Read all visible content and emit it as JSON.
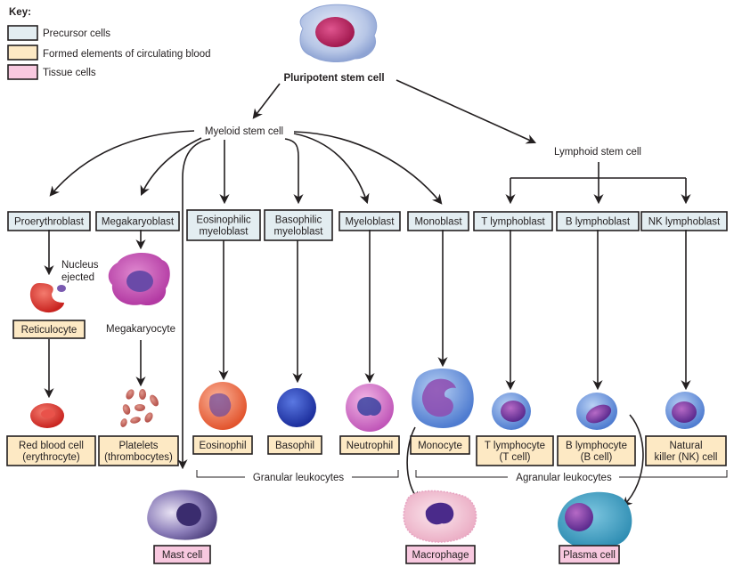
{
  "key": {
    "title": "Key:",
    "items": [
      {
        "label": "Precursor cells",
        "color": "#e3edf1"
      },
      {
        "label": "Formed elements of circulating blood",
        "color": "#fde9c4"
      },
      {
        "label": "Tissue cells",
        "color": "#f8c8df"
      }
    ]
  },
  "colors": {
    "precursor": "#e3edf1",
    "formed": "#fde9c4",
    "tissue": "#f8c8df",
    "line": "#231f20"
  },
  "stem": {
    "pluripotent": "Pluripotent stem cell",
    "myeloid": "Myeloid stem cell",
    "lymphoid": "Lymphoid stem cell"
  },
  "precursors": [
    {
      "id": "proerythroblast",
      "lines": [
        "Proerythroblast"
      ]
    },
    {
      "id": "megakaryoblast",
      "lines": [
        "Megakaryoblast"
      ]
    },
    {
      "id": "eosinophilic-myeloblast",
      "lines": [
        "Eosinophilic",
        "myeloblast"
      ]
    },
    {
      "id": "basophilic-myeloblast",
      "lines": [
        "Basophilic",
        "myeloblast"
      ]
    },
    {
      "id": "myeloblast",
      "lines": [
        "Myeloblast"
      ]
    },
    {
      "id": "monoblast",
      "lines": [
        "Monoblast"
      ]
    },
    {
      "id": "t-lymphoblast",
      "lines": [
        "T lymphoblast"
      ]
    },
    {
      "id": "b-lymphoblast",
      "lines": [
        "B lymphoblast"
      ]
    },
    {
      "id": "nk-lymphoblast",
      "lines": [
        "NK lymphoblast"
      ]
    }
  ],
  "intermediate": {
    "nucleus_ejected": [
      "Nucleus",
      "ejected"
    ],
    "reticulocyte": "Reticulocyte",
    "megakaryocyte": "Megakaryocyte"
  },
  "formed_elements": [
    {
      "id": "red-blood-cell",
      "lines": [
        "Red blood cell",
        "(erythrocyte)"
      ]
    },
    {
      "id": "platelets",
      "lines": [
        "Platelets",
        "(thrombocytes)"
      ]
    },
    {
      "id": "eosinophil",
      "lines": [
        "Eosinophil"
      ]
    },
    {
      "id": "basophil",
      "lines": [
        "Basophil"
      ]
    },
    {
      "id": "neutrophil",
      "lines": [
        "Neutrophil"
      ]
    },
    {
      "id": "monocyte",
      "lines": [
        "Monocyte"
      ]
    },
    {
      "id": "t-lymphocyte",
      "lines": [
        "T lymphocyte",
        "(T cell)"
      ]
    },
    {
      "id": "b-lymphocyte",
      "lines": [
        "B lymphocyte",
        "(B cell)"
      ]
    },
    {
      "id": "nk-cell",
      "lines": [
        "Natural",
        "killer (NK) cell"
      ]
    }
  ],
  "groups": {
    "granular": "Granular leukocytes",
    "agranular": "Agranular leukocytes"
  },
  "tissue_cells": [
    {
      "id": "mast-cell",
      "label": "Mast cell"
    },
    {
      "id": "macrophage",
      "label": "Macrophage"
    },
    {
      "id": "plasma-cell",
      "label": "Plasma cell"
    }
  ]
}
